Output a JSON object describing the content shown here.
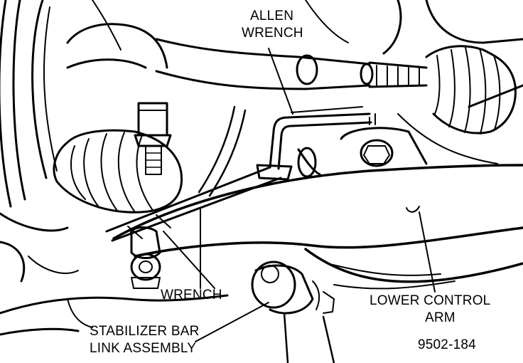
{
  "labels": {
    "allen_wrench_line1": "ALLEN",
    "allen_wrench_line2": "WRENCH",
    "wrench": "WRENCH",
    "lower_control_arm_line1": "LOWER CONTROL",
    "lower_control_arm_line2": "ARM",
    "stabilizer_line1": "STABILIZER BAR",
    "stabilizer_line2": "LINK ASSEMBLY",
    "figure_number": "9502-184"
  },
  "colors": {
    "ink": "#000000",
    "paper": "#ffffff"
  }
}
